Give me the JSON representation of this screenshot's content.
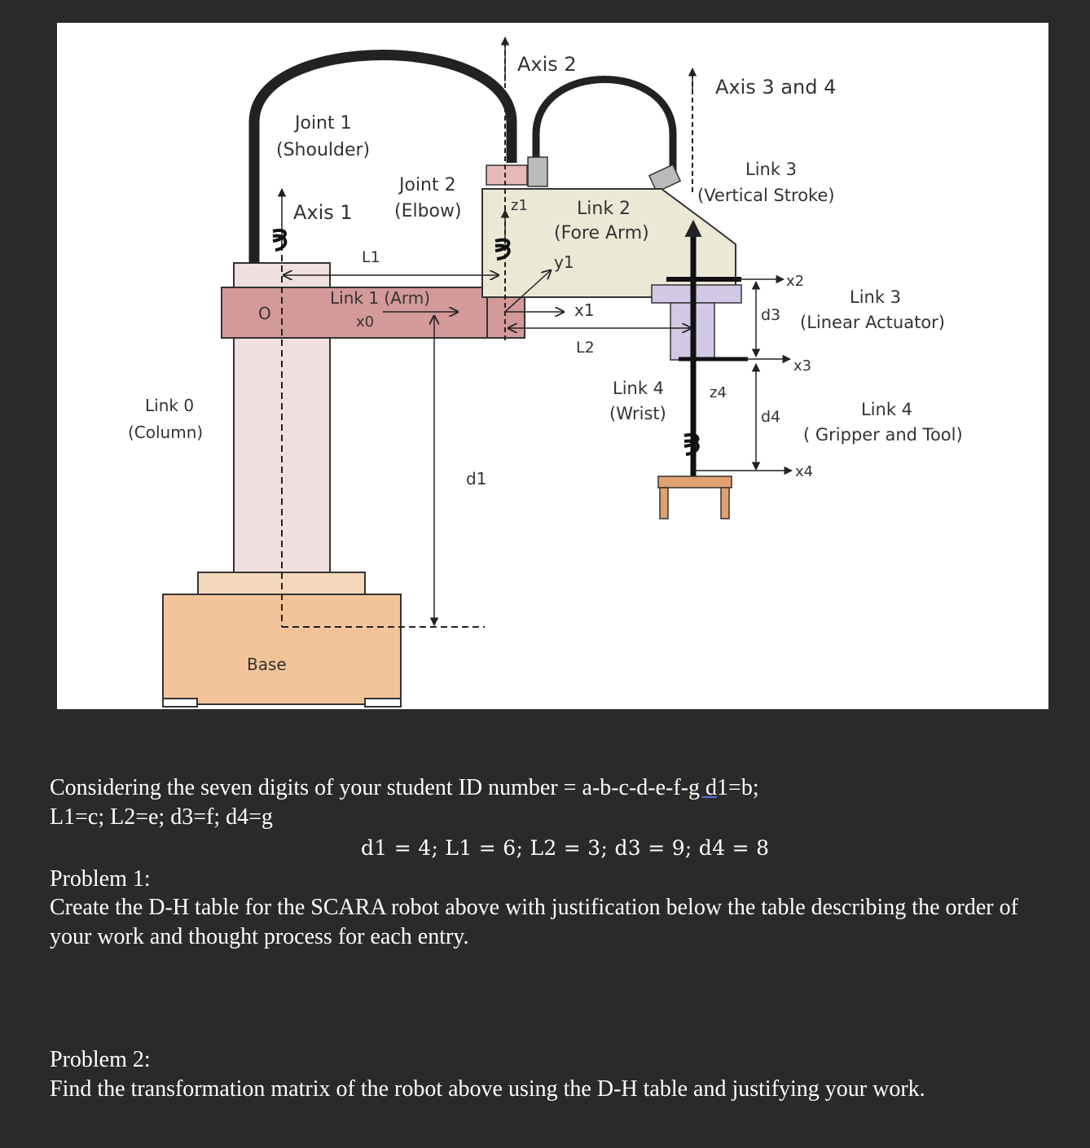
{
  "diagram": {
    "labels": {
      "axis2": "Axis 2",
      "axis34": "Axis 3 and 4",
      "joint1_a": "Joint 1",
      "joint1_b": "(Shoulder)",
      "joint2_a": "Joint 2",
      "joint2_b": "(Elbow)",
      "axis1": "Axis 1",
      "z1": "z1",
      "link2_a": "Link 2",
      "link2_b": "(Fore Arm)",
      "y1": "y1",
      "link3_top_a": "Link 3",
      "link3_top_b": "(Vertical Stroke)",
      "l1": "L1",
      "x2": "x2",
      "link1": "Link 1 (Arm)",
      "x0": "x0",
      "origin": "O",
      "x1": "x1",
      "link3_side_a": "Link 3",
      "d3": "d3",
      "link3_side_b": "(Linear Actuator)",
      "l2": "L2",
      "x3": "x3",
      "link4_a": "Link  4",
      "link4_b": "(Wrist)",
      "z4": "z4",
      "link0_a": "Link 0",
      "link0_b": "(Column)",
      "d4": "d4",
      "link4g_a": "Link 4",
      "link4g_b": "( Gripper and Tool)",
      "x4": "x4",
      "d1": "d1",
      "base": "Base"
    }
  },
  "document": {
    "intro_1": "Considering the seven digits of your student ID number = a-b-c-d-e-f-",
    "intro_underlined": "g  d",
    "intro_2": "1=b;",
    "intro_line2": "L1=c; L2=e; d3=f; d4=g",
    "values": "d1 = 4; L1 = 6; L2 = 3; d3 = 9; d4 = 8",
    "problem1_title": "Problem 1:",
    "problem1_text": "Create the D-H table for the SCARA robot above with justification below the table describing the order of your work and thought process for each entry.",
    "problem2_title": "Problem 2:",
    "problem2_text": "Find the transformation matrix of the robot above using the D-H table and justifying your work."
  }
}
